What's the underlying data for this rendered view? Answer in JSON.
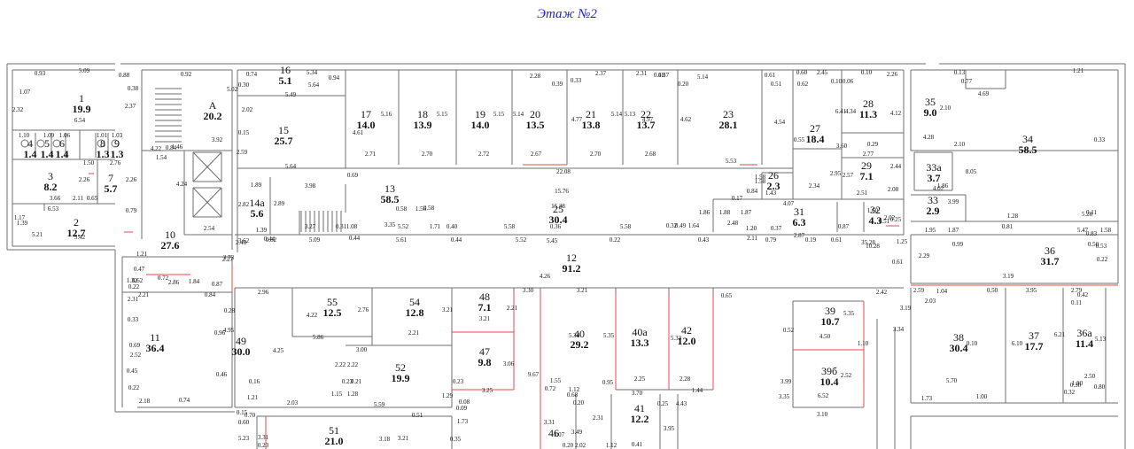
{
  "title": "Этаж №2",
  "rooms": [
    {
      "num": "1",
      "area": "19.9"
    },
    {
      "num": "2",
      "area": "12.7"
    },
    {
      "num": "3",
      "area": "8.2"
    },
    {
      "num": "4",
      "area": "1.4"
    },
    {
      "num": "5",
      "area": "1.4"
    },
    {
      "num": "6",
      "area": "1.4"
    },
    {
      "num": "8",
      "area": "1.3"
    },
    {
      "num": "9",
      "area": "1.3"
    },
    {
      "num": "7",
      "area": "5.7"
    },
    {
      "num": "A",
      "area": "20.2"
    },
    {
      "num": "10",
      "area": "27.6"
    },
    {
      "num": "11",
      "area": "36.4"
    },
    {
      "num": "12",
      "area": "91.2"
    },
    {
      "num": "13",
      "area": "58.5"
    },
    {
      "num": "14a",
      "area": "5.6"
    },
    {
      "num": "15",
      "area": "25.7"
    },
    {
      "num": "16",
      "area": "5.1"
    },
    {
      "num": "17",
      "area": "14.0"
    },
    {
      "num": "18",
      "area": "13.9"
    },
    {
      "num": "19",
      "area": "14.0"
    },
    {
      "num": "20",
      "area": "13.5"
    },
    {
      "num": "21",
      "area": "13.8"
    },
    {
      "num": "22",
      "area": "13.7"
    },
    {
      "num": "23",
      "area": "28.1"
    },
    {
      "num": "25",
      "area": "30.4"
    },
    {
      "num": "26",
      "area": "2.3"
    },
    {
      "num": "27",
      "area": "18.4"
    },
    {
      "num": "28",
      "area": "11.3"
    },
    {
      "num": "29",
      "area": "7.1"
    },
    {
      "num": "31",
      "area": "6.3"
    },
    {
      "num": "32",
      "area": "4.3"
    },
    {
      "num": "33",
      "area": "2.9"
    },
    {
      "num": "33a",
      "area": "3.7"
    },
    {
      "num": "34",
      "area": "58.5"
    },
    {
      "num": "35",
      "area": "9.0"
    },
    {
      "num": "36",
      "area": "31.7"
    },
    {
      "num": "36a",
      "area": "11.4"
    },
    {
      "num": "37",
      "area": "17.7"
    },
    {
      "num": "38",
      "area": "30.4"
    },
    {
      "num": "39",
      "area": "10.7"
    },
    {
      "num": "39б",
      "area": "10.4"
    },
    {
      "num": "40",
      "area": "29.2"
    },
    {
      "num": "40a",
      "area": "13.3"
    },
    {
      "num": "41",
      "area": "12.2"
    },
    {
      "num": "42",
      "area": "12.0"
    },
    {
      "num": "46",
      "area": ""
    },
    {
      "num": "47",
      "area": "9.8"
    },
    {
      "num": "48",
      "area": "7.1"
    },
    {
      "num": "49",
      "area": "30.0"
    },
    {
      "num": "51",
      "area": "21.0"
    },
    {
      "num": "52",
      "area": "19.9"
    },
    {
      "num": "54",
      "area": "12.8"
    },
    {
      "num": "55",
      "area": "12.5"
    }
  ],
  "dimensions": [
    "0.93",
    "5.09",
    "0.88",
    "1.07",
    "0.38",
    "2.32",
    "2.37",
    "6.54",
    "1.10",
    "1.09",
    "1.06",
    "1.01",
    "1.03",
    "1.50",
    "2.76",
    "2.26",
    "2.26",
    "3.66",
    "0.65",
    "2.11",
    "6.53",
    "1.17",
    "0.79",
    "1.39",
    "5.42",
    "5.21",
    "0.92",
    "5.02",
    "3.92",
    "4.22",
    "1.46",
    "0.84",
    "1.54",
    "4.24",
    "2.54",
    "0.74",
    "0.30",
    "5.34",
    "5.64",
    "0.94",
    "5.49",
    "2.02",
    "4.61",
    "0.15",
    "2.59",
    "5.64",
    "0.69",
    "1.89",
    "3.98",
    "2.82",
    "2.89",
    "1.39",
    "3.27",
    "1.08",
    "0.31",
    "3.35",
    "5.52",
    "5.16",
    "2.71",
    "5.15",
    "2.70",
    "5.15",
    "2.72",
    "2.28",
    "0.33",
    "0.39",
    "5.14",
    "2.67",
    "2.37",
    "4.77",
    "5.14",
    "2.70",
    "2.31",
    "0.18",
    "0.37",
    "5.13",
    "4.97",
    "2.68",
    "0.20",
    "5.14",
    "4.62",
    "4.54",
    "0.61",
    "0.51",
    "22.08",
    "5.53",
    "15.76",
    "15.38",
    "1.56",
    "0.58",
    "0.58",
    "1.71",
    "0.40",
    "5.58",
    "0.36",
    "5.58",
    "0.32",
    "0.49",
    "1.64",
    "1.86",
    "1.88",
    "0.17",
    "1.58",
    "1.58",
    "0.84",
    "1.43",
    "2.48",
    "1.87",
    "1.20",
    "4.07",
    "0.37",
    "2.87",
    "0.60",
    "2.45",
    "0.10",
    "0.10",
    "2.26",
    "0.62",
    "0.06",
    "0.55",
    "6.41",
    "4.34",
    "4.12",
    "3.60",
    "0.29",
    "2.77",
    "2.95",
    "2.57",
    "2.44",
    "2.34",
    "2.51",
    "2.08",
    "0.87",
    "1.60",
    "2.02",
    "0.51",
    "0.25",
    "0.13",
    "0.77",
    "1.21",
    "4.69",
    "2.10",
    "4.28",
    "2.10",
    "0.33",
    "8.05",
    "1.86",
    "4.02",
    "3.99",
    "1.28",
    "5.28",
    "0.11",
    "1.95",
    "1.87",
    "0.81",
    "5.47",
    "0.83",
    "1.58",
    "0.99",
    "0.50",
    "0.53",
    "0.22",
    "2.29",
    "3.19",
    "10.28",
    "0.61",
    "2.42",
    "2.59",
    "1.04",
    "0.50",
    "3.95",
    "2.79",
    "0.42",
    "2.03",
    "0.11",
    "0.10",
    "6.10",
    "6.21",
    "5.13",
    "5.70",
    "1.00",
    "0.80",
    "2.50",
    "0.30",
    "1.73",
    "0.32",
    "1.80",
    "0.65",
    "0.52",
    "4.50",
    "5.35",
    "3.34",
    "3.19",
    "1.10",
    "2.52",
    "6.52",
    "3.10",
    "3.35",
    "3.99",
    "1.21",
    "0.47",
    "0.72",
    "2.86",
    "1.84",
    "0.87",
    "0.84",
    "2.21",
    "2.31",
    "1.32",
    "0.22",
    "0.62",
    "0.33",
    "0.69",
    "2.52",
    "0.45",
    "0.22",
    "2.18",
    "0.74",
    "0.96",
    "4.95",
    "0.28",
    "0.46",
    "2.27",
    "3.73",
    "2.40",
    "3.62",
    "0.82",
    "0.44",
    "5.09",
    "0.44",
    "5.61",
    "0.44",
    "5.52",
    "5.45",
    "0.22",
    "0.43",
    "2.11",
    "0.79",
    "0.19",
    "0.61",
    "35.28",
    "1.25",
    "4.26",
    "3.30",
    "3.21",
    "2.96",
    "4.22",
    "2.76",
    "5.86",
    "4.25",
    "3.00",
    "2.21",
    "3.21",
    "2.21",
    "3.21",
    "3.06",
    "3.25",
    "0.23",
    "0.21",
    "2.22",
    "2.22",
    "1.15",
    "1.28",
    "5.59",
    "1.29",
    "0.23",
    "1.21",
    "0.16",
    "0.60",
    "0.70",
    "0.15",
    "5.23",
    "3.31",
    "2.03",
    "0.51",
    "0.23",
    "3.18",
    "3.21",
    "0.35",
    "0.08",
    "0.09",
    "1.73",
    "5.34",
    "5.35",
    "2.25",
    "2.28",
    "5.33",
    "1.44",
    "3.70",
    "0.95",
    "9.67",
    "1.55",
    "0.72",
    "1.12",
    "0.68",
    "0.20",
    "0.25",
    "4.43",
    "3.31",
    "3.07",
    "3.49",
    "2.31",
    "3.95",
    "0.41",
    "0.20",
    "2.02",
    "1.12"
  ]
}
